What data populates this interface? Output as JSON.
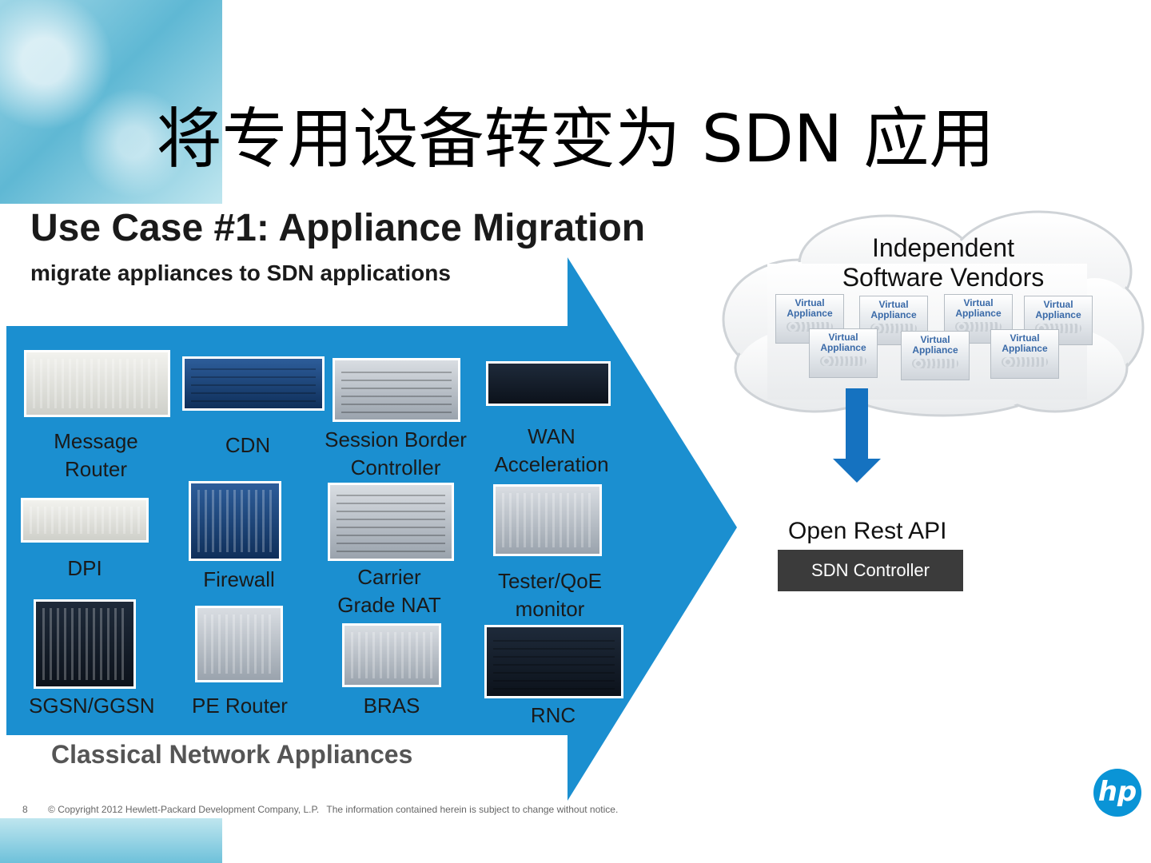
{
  "title": "将专用设备转变为 SDN 应用",
  "use_case": {
    "title": "Use Case #1: Appliance Migration",
    "subtitle": "migrate appliances to SDN applications"
  },
  "appliances": {
    "message_router": [
      "Message",
      "Router"
    ],
    "cdn": "CDN",
    "session_border_controller": [
      "Session Border",
      "Controller"
    ],
    "wan_acceleration": [
      "WAN",
      "Acceleration"
    ],
    "dpi": "DPI",
    "firewall": "Firewall",
    "carrier_grade_nat": [
      "Carrier",
      "Grade NAT"
    ],
    "tester_qoe": [
      "Tester/QoE",
      "monitor"
    ],
    "sgsn_ggsn": "SGSN/GGSN",
    "pe_router": "PE Router",
    "bras": "BRAS",
    "rnc": "RNC"
  },
  "classical_label": "Classical Network Appliances",
  "cloud": {
    "title": [
      "Independent",
      "Software Vendors"
    ],
    "virtual_appliance": [
      "Virtual",
      "Appliance"
    ]
  },
  "api_label": "Open Rest API",
  "sdn_controller": "SDN Controller",
  "footer": {
    "page_number": "8",
    "copyright": "© Copyright 2012 Hewlett-Packard Development Company, L.P.",
    "notice": "The information contained herein is subject to change without notice."
  },
  "logo": "hp",
  "colors": {
    "arrow_blue": "#1b8fd0",
    "arrow_down_blue": "#1572c0",
    "controller_bg": "#3b3b3b",
    "hp_blue": "#0a94d6"
  }
}
